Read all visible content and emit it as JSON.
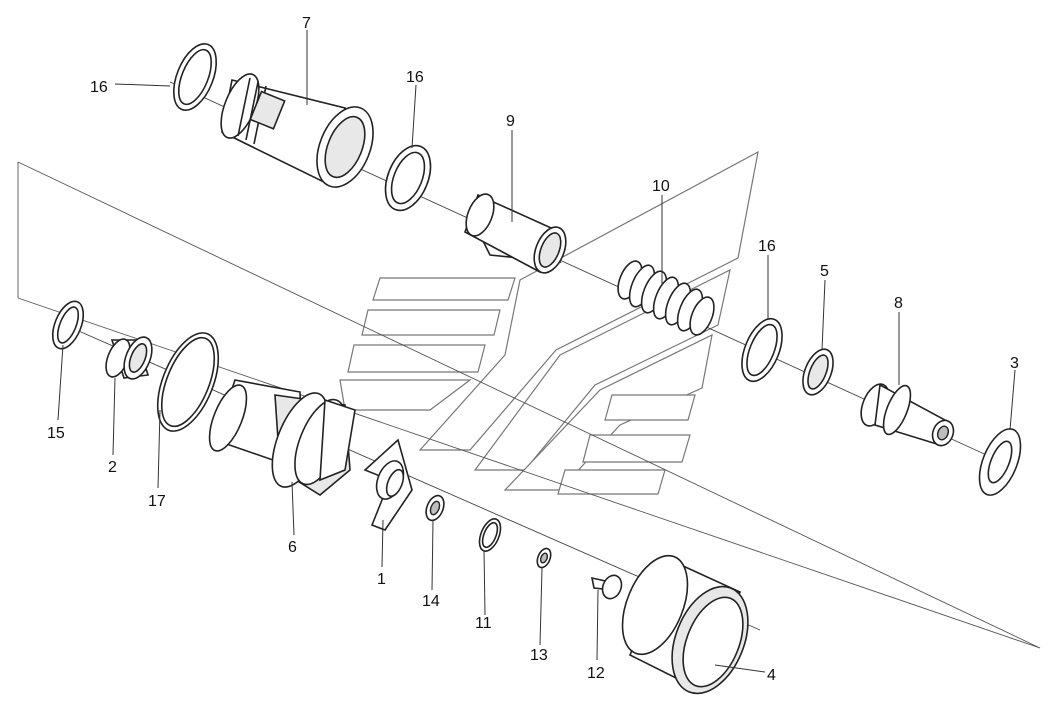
{
  "diagram": {
    "colors": {
      "line": "#222222",
      "fill": "#ffffff",
      "shade": "#e8e8e8",
      "watermark": "#777777"
    },
    "callouts": [
      {
        "id": "c16a",
        "label": "16"
      },
      {
        "id": "c7",
        "label": "7"
      },
      {
        "id": "c16b",
        "label": "16"
      },
      {
        "id": "c9",
        "label": "9"
      },
      {
        "id": "c10",
        "label": "10"
      },
      {
        "id": "c16c",
        "label": "16"
      },
      {
        "id": "c5",
        "label": "5"
      },
      {
        "id": "c8",
        "label": "8"
      },
      {
        "id": "c3",
        "label": "3"
      },
      {
        "id": "c15",
        "label": "15"
      },
      {
        "id": "c2",
        "label": "2"
      },
      {
        "id": "c17",
        "label": "17"
      },
      {
        "id": "c6",
        "label": "6"
      },
      {
        "id": "c1",
        "label": "1"
      },
      {
        "id": "c14",
        "label": "14"
      },
      {
        "id": "c11",
        "label": "11"
      },
      {
        "id": "c13",
        "label": "13"
      },
      {
        "id": "c12",
        "label": "12"
      },
      {
        "id": "c4",
        "label": "4"
      }
    ]
  }
}
